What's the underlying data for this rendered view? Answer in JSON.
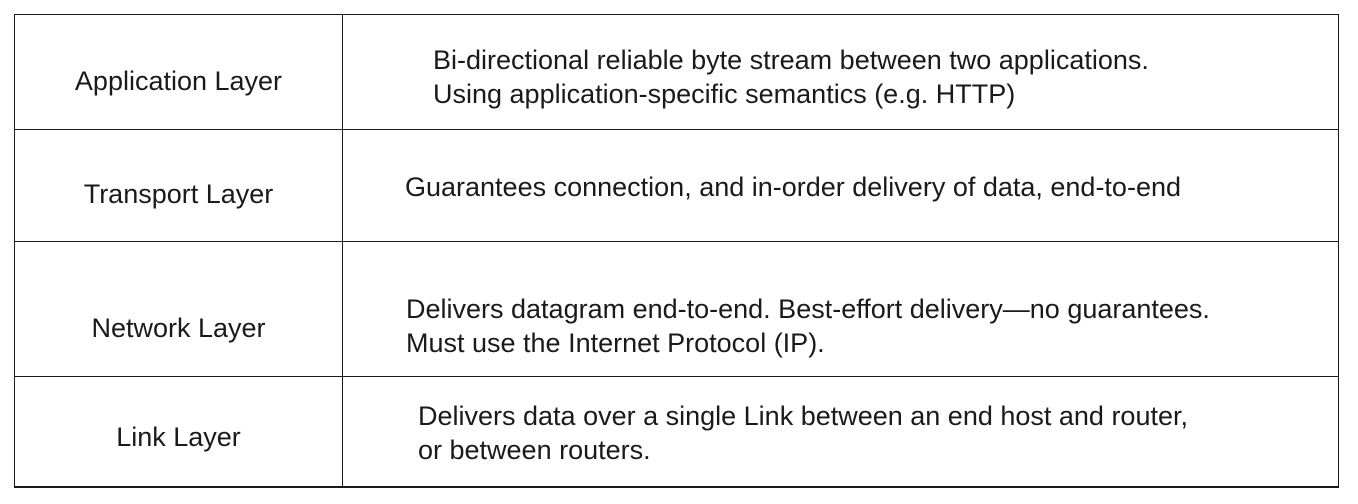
{
  "layers": [
    {
      "name": "Application Layer",
      "description": [
        "Bi-directional reliable byte stream between two applications.",
        "Using application-specific semantics (e.g. HTTP)"
      ]
    },
    {
      "name": "Transport Layer",
      "description": [
        "Guarantees connection, and in-order delivery of data, end-to-end"
      ]
    },
    {
      "name": "Network Layer",
      "description": [
        "Delivers datagram end-to-end. Best-effort delivery—no guarantees.",
        "Must use the Internet Protocol (IP)."
      ]
    },
    {
      "name": "Link Layer",
      "description": [
        "Delivers data over a single Link between an end host and router,",
        "or between routers."
      ]
    }
  ]
}
